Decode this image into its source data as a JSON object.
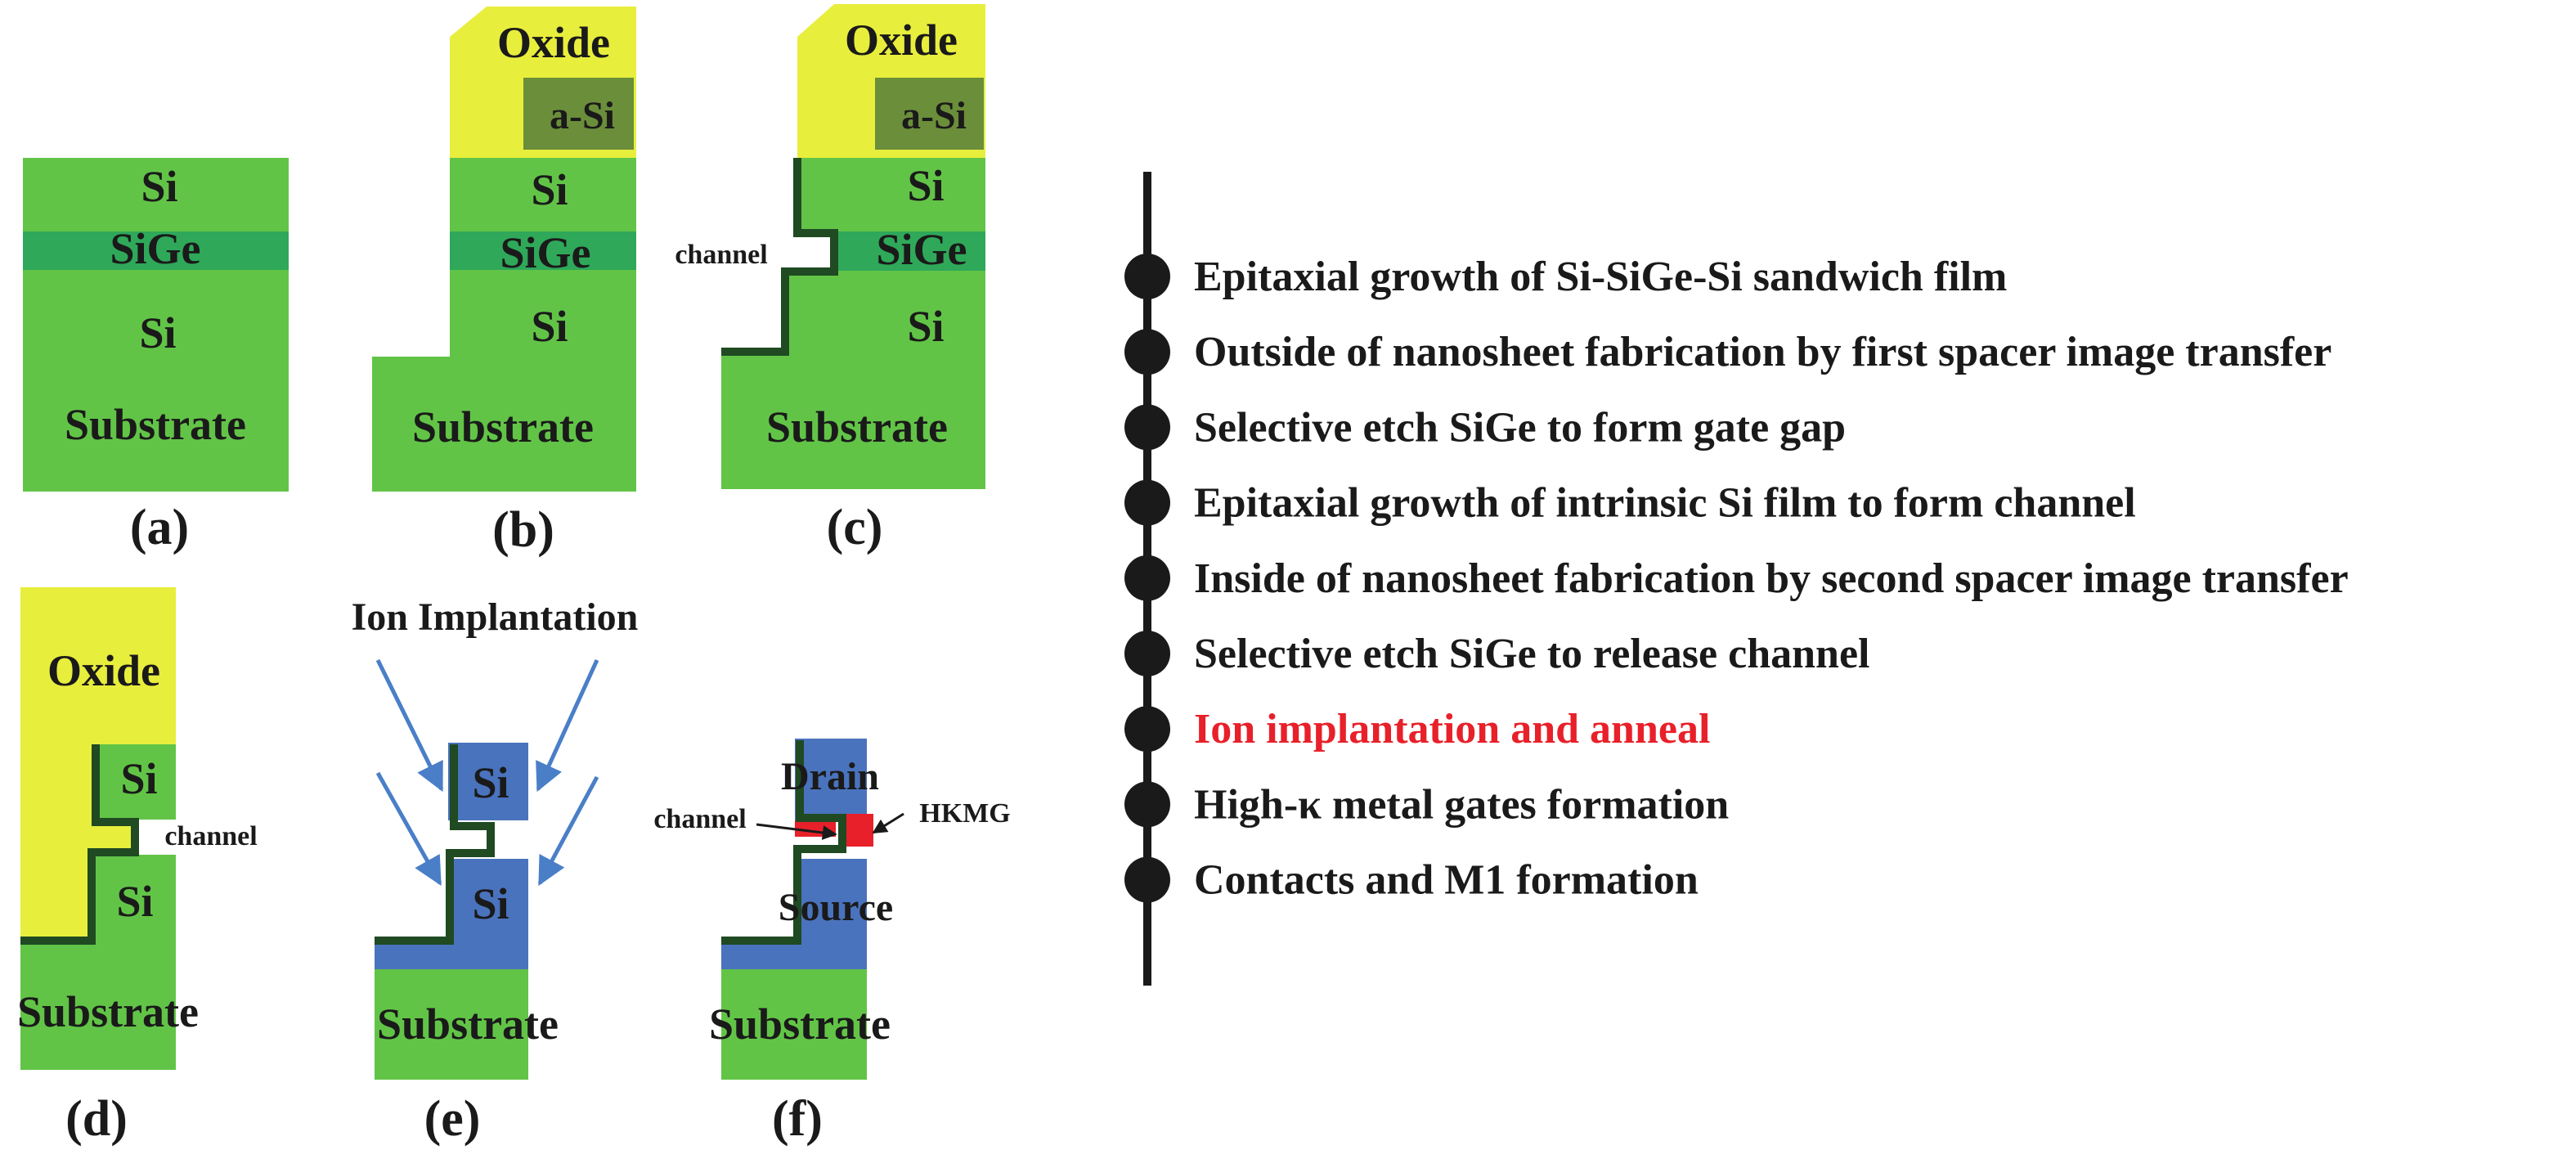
{
  "panels": {
    "a": {
      "caption": "(a)",
      "si_top": "Si",
      "sige": "SiGe",
      "si_bottom": "Si",
      "substrate": "Substrate"
    },
    "b": {
      "caption": "(b)",
      "oxide": "Oxide",
      "asi": "a-Si",
      "si_top": "Si",
      "sige": "SiGe",
      "si_bottom": "Si",
      "substrate": "Substrate"
    },
    "c": {
      "caption": "(c)",
      "oxide": "Oxide",
      "asi": "a-Si",
      "si_top": "Si",
      "sige": "SiGe",
      "si_bottom": "Si",
      "substrate": "Substrate",
      "channel": "channel"
    },
    "d": {
      "caption": "(d)",
      "oxide": "Oxide",
      "si_top": "Si",
      "si_bottom": "Si",
      "substrate": "Substrate",
      "channel": "channel"
    },
    "e": {
      "caption": "(e)",
      "title": "Ion Implantation",
      "si_top": "Si",
      "si_bottom": "Si",
      "substrate": "Substrate"
    },
    "f": {
      "caption": "(f)",
      "drain": "Drain",
      "source": "Source",
      "substrate": "Substrate",
      "channel": "channel",
      "hkmg": "HKMG"
    }
  },
  "process_steps": [
    {
      "label": "Epitaxial growth of Si-SiGe-Si sandwich film",
      "highlighted": false
    },
    {
      "label": "Outside of nanosheet fabrication by first spacer image transfer",
      "highlighted": false
    },
    {
      "label": "Selective etch SiGe to form gate gap",
      "highlighted": false
    },
    {
      "label": "Epitaxial growth of intrinsic Si film to form channel",
      "highlighted": false
    },
    {
      "label": "Inside of nanosheet fabrication by second spacer image transfer",
      "highlighted": false
    },
    {
      "label": "Selective etch SiGe to release channel",
      "highlighted": false
    },
    {
      "label": "Ion implantation and anneal",
      "highlighted": true
    },
    {
      "label": "High-κ metal gates formation",
      "highlighted": false
    },
    {
      "label": "Contacts and M1 formation",
      "highlighted": false
    }
  ],
  "colors": {
    "si_green": "#62c447",
    "sige_green": "#2fa85a",
    "oxide_yellow": "#e8ee3c",
    "asi_olive": "#6b8e3a",
    "liner_dark": "#1f4a22",
    "doped_blue": "#4a73bd",
    "hkmg_red": "#e8202a",
    "arrow_blue": "#4a7fc8",
    "text": "#1a1a1a",
    "highlight": "#e8202a"
  }
}
